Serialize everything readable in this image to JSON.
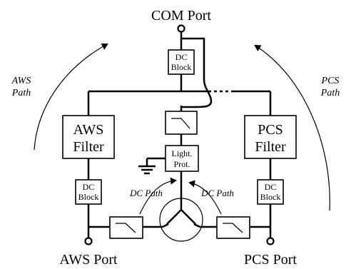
{
  "ports": {
    "com": "COM Port",
    "aws": "AWS Port",
    "pcs": "PCS Port"
  },
  "paths": {
    "aws_line1": "AWS",
    "aws_line2": "Path",
    "pcs_line1": "PCS",
    "pcs_line2": "Path",
    "dc_left": "DC Path",
    "dc_right": "DC Path"
  },
  "blocks": {
    "dc_block_top": [
      "DC",
      "Block"
    ],
    "dc_block_left": [
      "DC",
      "Block"
    ],
    "dc_block_right": [
      "DC",
      "Block"
    ],
    "aws_filter": [
      "AWS",
      "Filter"
    ],
    "pcs_filter": [
      "PCS",
      "Filter"
    ],
    "light_prot": [
      "Light.",
      "Prot."
    ]
  }
}
